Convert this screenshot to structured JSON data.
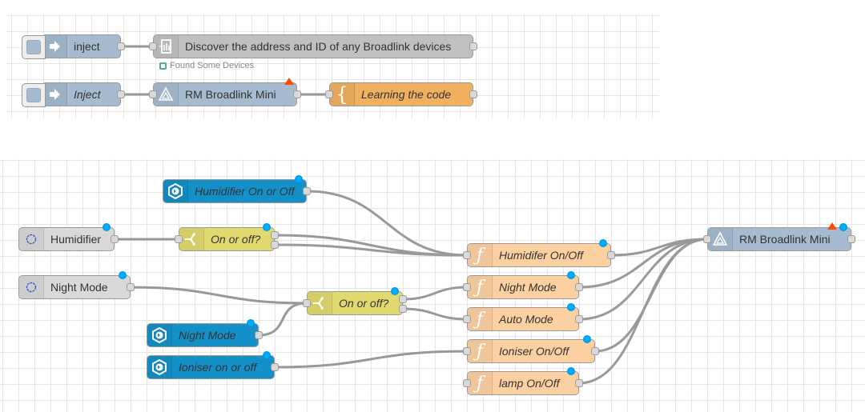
{
  "colors": {
    "inject": "#a6bbcf",
    "broadlink": "#a6bbcf",
    "discover": "#c0c0c0",
    "template": "#f0b060",
    "ha_state": "#d9d9d9",
    "switch": "#e2d96e",
    "ha_trigger": "#1490c8",
    "function": "#fdd0a2",
    "status_dot": "#00aaff",
    "warning": "#ff4b00"
  },
  "flows": {
    "top": {
      "nodes": [
        {
          "id": "n1",
          "type": "inject",
          "label": "inject",
          "italic": false,
          "button": true
        },
        {
          "id": "n2",
          "type": "discover",
          "label": "Discover the address and ID of any Broadlink devices",
          "italic": false,
          "status": "Found Some Devices"
        },
        {
          "id": "n3",
          "type": "inject",
          "label": "Inject",
          "italic": true,
          "button": true
        },
        {
          "id": "n4",
          "type": "broadlink",
          "label": "RM Broadlink Mini",
          "italic": false,
          "warning": true
        },
        {
          "id": "n5",
          "type": "template",
          "label": "Learning the code",
          "italic": true
        }
      ]
    },
    "bottom": {
      "nodes": [
        {
          "id": "b1",
          "type": "ha_trigger",
          "label": "Humidifier On or Off",
          "italic": true,
          "dot": true
        },
        {
          "id": "b2",
          "type": "ha_state",
          "label": "Humidifier",
          "italic": false,
          "dot": true
        },
        {
          "id": "b3",
          "type": "switch",
          "label": "On or off?",
          "italic": true,
          "dot": true
        },
        {
          "id": "b4",
          "type": "ha_state",
          "label": "Night Mode",
          "italic": false,
          "dot": true
        },
        {
          "id": "b5",
          "type": "switch",
          "label": "On or off?",
          "italic": true,
          "dot": true
        },
        {
          "id": "b6",
          "type": "ha_trigger",
          "label": "Night Mode",
          "italic": true,
          "dot": true
        },
        {
          "id": "b7",
          "type": "ha_trigger",
          "label": "Ioniser on or off",
          "italic": true,
          "dot": true
        },
        {
          "id": "b8",
          "type": "function",
          "label": "Humidifer On/Off",
          "italic": true,
          "dot": true
        },
        {
          "id": "b9",
          "type": "function",
          "label": "Night Mode",
          "italic": true,
          "dot": true
        },
        {
          "id": "b10",
          "type": "function",
          "label": "Auto Mode",
          "italic": true,
          "dot": true
        },
        {
          "id": "b11",
          "type": "function",
          "label": "Ioniser On/Off",
          "italic": true,
          "dot": true
        },
        {
          "id": "b12",
          "type": "function",
          "label": "lamp On/Off",
          "italic": true,
          "dot": true
        },
        {
          "id": "b13",
          "type": "broadlink",
          "label": "RM Broadlink Mini",
          "italic": false,
          "dot": true,
          "warning": true
        }
      ]
    }
  },
  "wires": [
    [
      "n1",
      0,
      "n2"
    ],
    [
      "n3",
      0,
      "n4"
    ],
    [
      "n4",
      0,
      "n5"
    ],
    [
      "b1",
      0,
      "b8"
    ],
    [
      "b2",
      0,
      "b3"
    ],
    [
      "b3",
      0,
      "b8"
    ],
    [
      "b3",
      1,
      "b8"
    ],
    [
      "b4",
      0,
      "b5"
    ],
    [
      "b6",
      0,
      "b5"
    ],
    [
      "b5",
      0,
      "b9"
    ],
    [
      "b5",
      1,
      "b10"
    ],
    [
      "b7",
      0,
      "b11"
    ],
    [
      "b8",
      0,
      "b13"
    ],
    [
      "b9",
      0,
      "b13"
    ],
    [
      "b10",
      0,
      "b13"
    ],
    [
      "b11",
      0,
      "b13"
    ],
    [
      "b12",
      0,
      "b13"
    ]
  ]
}
